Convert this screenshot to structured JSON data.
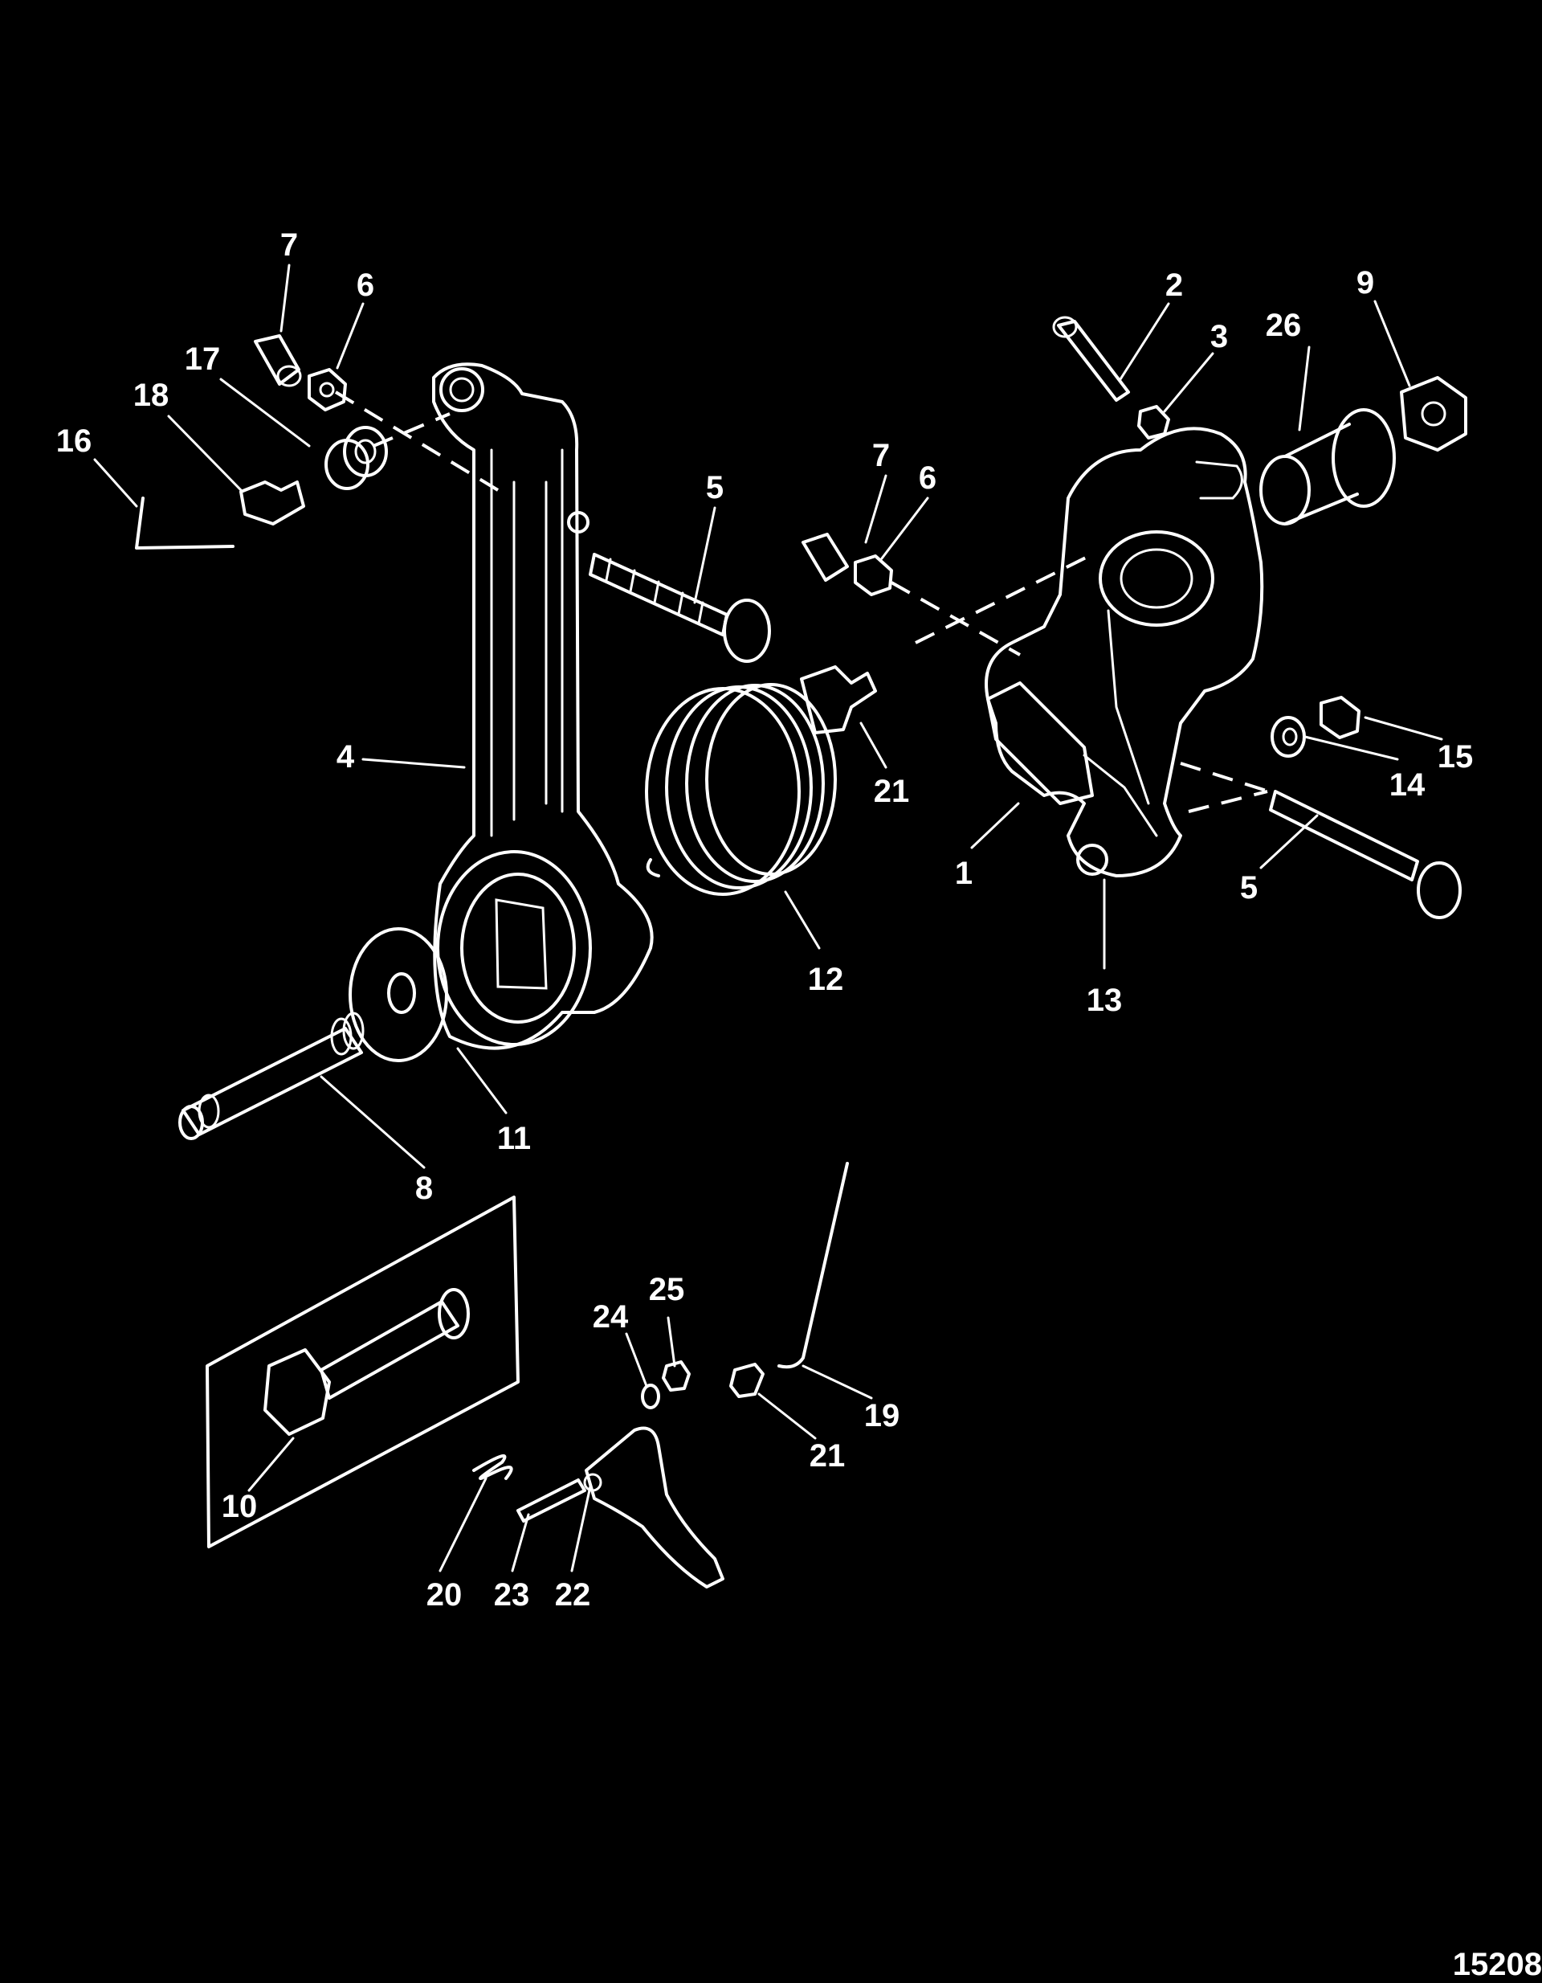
{
  "figure_number": "15208",
  "callouts": {
    "c1": "1",
    "c2": "2",
    "c3": "3",
    "c4": "4",
    "c5a": "5",
    "c5b": "5",
    "c6a": "6",
    "c6b": "6",
    "c7a": "7",
    "c7b": "7",
    "c8": "8",
    "c9": "9",
    "c10": "10",
    "c11": "11",
    "c12": "12",
    "c13": "13",
    "c14": "14",
    "c15": "15",
    "c16": "16",
    "c17": "17",
    "c18": "18",
    "c19": "19",
    "c20": "20",
    "c21a": "21",
    "c21b": "21",
    "c22": "22",
    "c23": "23",
    "c24": "24",
    "c25": "25",
    "c26": "26"
  }
}
